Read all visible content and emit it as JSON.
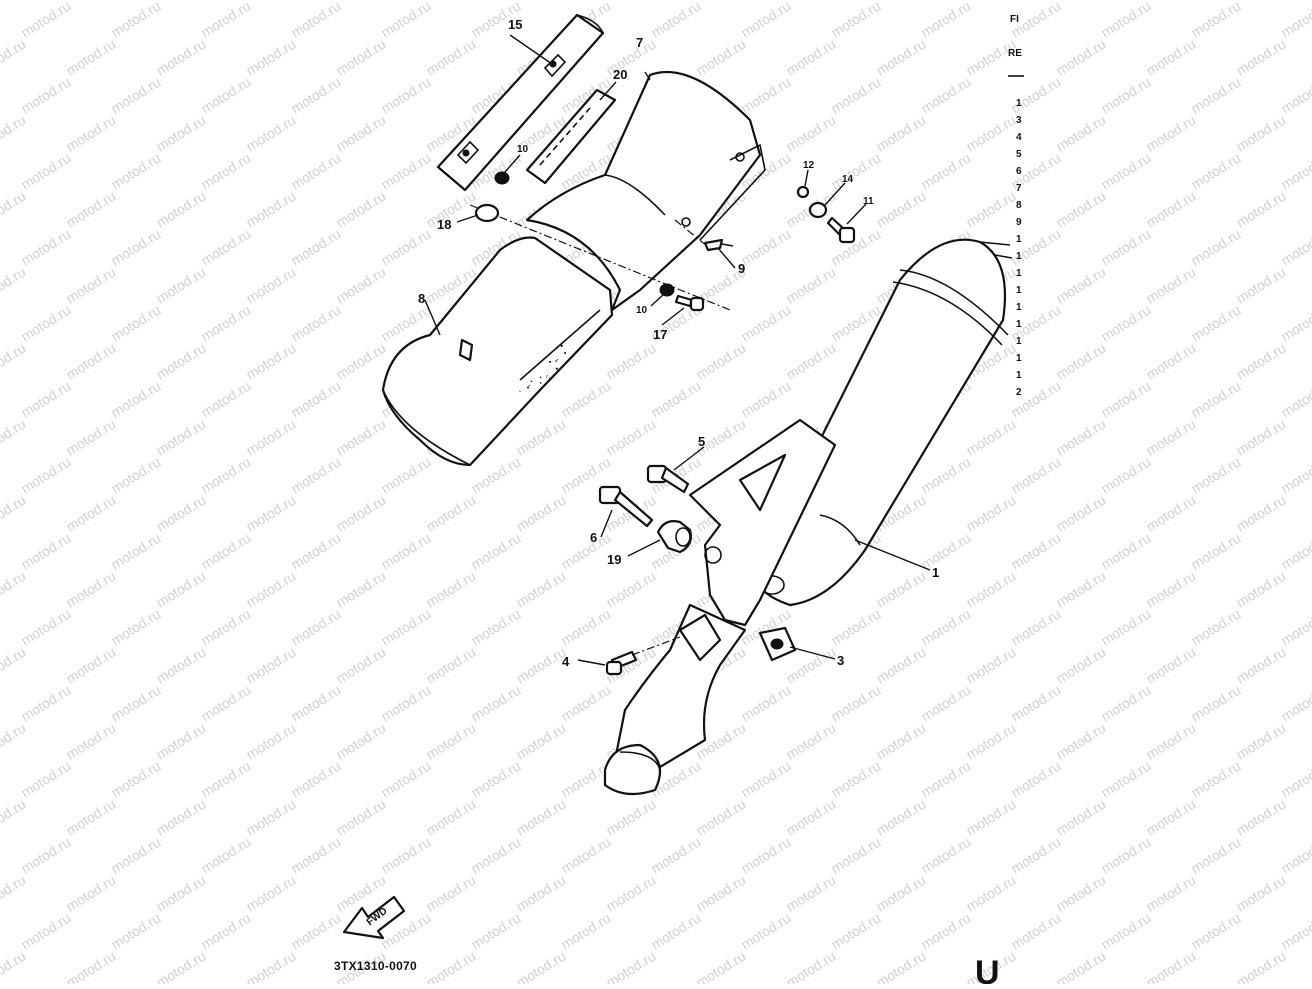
{
  "diagram": {
    "watermark": "motod.ru",
    "drawing_code": "3TX1310-0070",
    "direction_label": "FWD",
    "callouts": [
      "1",
      "3",
      "4",
      "5",
      "6",
      "7",
      "8",
      "9",
      "10",
      "10",
      "11",
      "12",
      "14",
      "15",
      "17",
      "18",
      "19",
      "20"
    ],
    "side_column_header": [
      "FI",
      "RE"
    ],
    "side_column_numbers": [
      "1",
      "3",
      "4",
      "5",
      "6",
      "7",
      "8",
      "9",
      "1",
      "1",
      "1",
      "1",
      "1",
      "1",
      "1",
      "1",
      "1",
      "2"
    ],
    "corner_fragment": "U"
  }
}
